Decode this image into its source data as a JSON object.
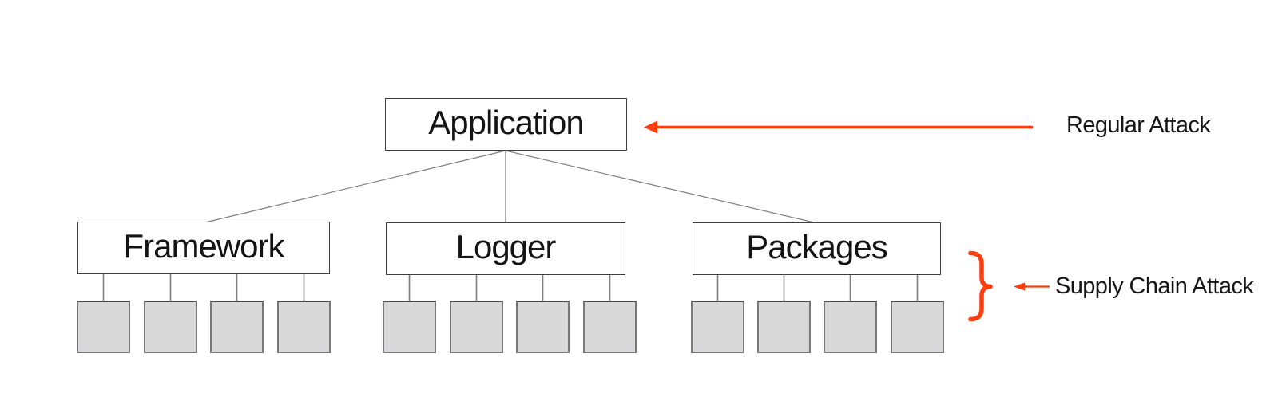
{
  "diagram": {
    "root": {
      "label": "Application"
    },
    "children": [
      {
        "label": "Framework",
        "dependency_count": 4
      },
      {
        "label": "Logger",
        "dependency_count": 4
      },
      {
        "label": "Packages",
        "dependency_count": 4
      }
    ],
    "annotations": {
      "regular_attack": {
        "label": "Regular Attack"
      },
      "supply_chain_attack": {
        "label": "Supply Chain Attack"
      }
    },
    "colors": {
      "accent": "#fb3d0d",
      "node_fill": "#ffffff",
      "node_border": "#3f3f3f",
      "dependency_fill": "#d9d9d9",
      "dependency_border": "#77787b",
      "connector": "#7e7e7e",
      "text": "#141414",
      "background": "#ffffff"
    }
  }
}
